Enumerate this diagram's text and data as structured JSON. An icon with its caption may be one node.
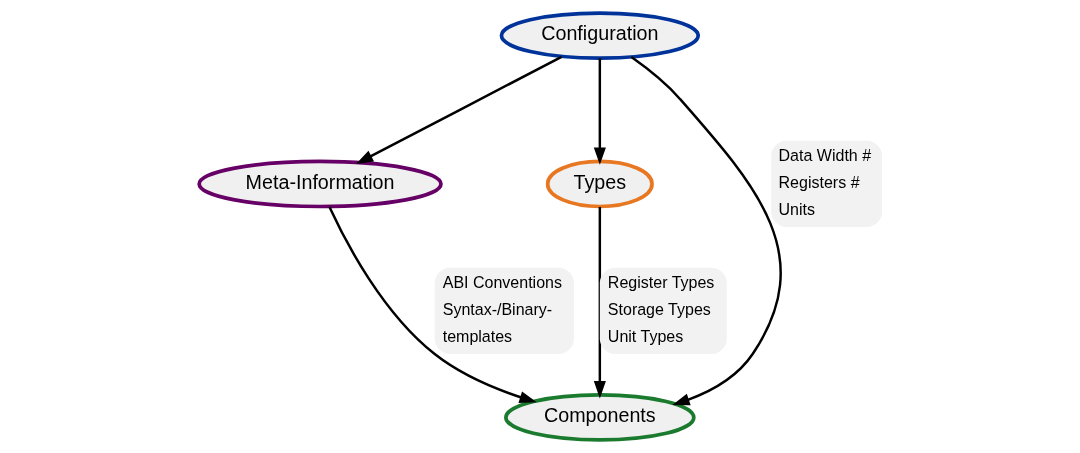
{
  "diagram": {
    "nodes": [
      {
        "text": [
          "Configuration"
        ]
      },
      {
        "text": [
          "Meta-Information"
        ]
      },
      {
        "text": [
          "Types"
        ]
      },
      {
        "text": [
          "Components"
        ]
      }
    ],
    "edges": [
      {
        "from": 0,
        "to": 1,
        "arrow": "to"
      },
      {
        "from": 0,
        "to": 2,
        "arrow": "to"
      },
      {
        "from": 0,
        "to": 3,
        "arrow": "to",
        "label": "Data Width # Registers # Units"
      },
      {
        "from": 1,
        "to": 3,
        "arrow": "to",
        "label": "ABI Conventions Syntax-/Binary- templates"
      },
      {
        "from": 2,
        "to": 3,
        "arrow": "to",
        "label": "Register Types Storage Types Unit Types"
      }
    ]
  }
}
